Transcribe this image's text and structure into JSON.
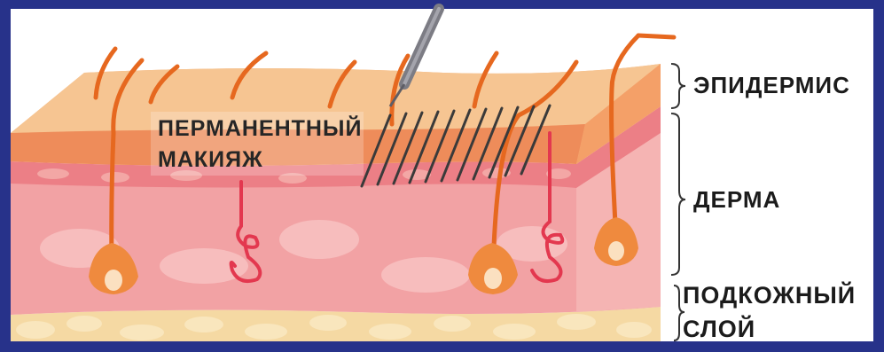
{
  "labels": {
    "epidermis": "ЭПИДЕРМИС",
    "dermis": "ДЕРМА",
    "subcutaneous_line1": "ПОДКОЖНЫЙ",
    "subcutaneous_line2": "СЛОЙ",
    "pmu_line1": "ПЕРМАНЕНТНЫЙ",
    "pmu_line2": "МАКИЯЖ"
  },
  "colors": {
    "frame_blue": "#27328a",
    "epidermis": "#f7b383",
    "epidermis_dark": "#ee8c5a",
    "dermis": "#f2a2a4",
    "dermis_light": "#f7bdbd",
    "fat": "#f5d9a3",
    "hair": "#e6681f",
    "vessel": "#e3384f",
    "needle": "#7c7c84",
    "pigment_lines": "#3a3a3a"
  },
  "icons": [
    "tattoo-needle-icon",
    "hair-follicle-icon",
    "blood-vessel-icon"
  ]
}
